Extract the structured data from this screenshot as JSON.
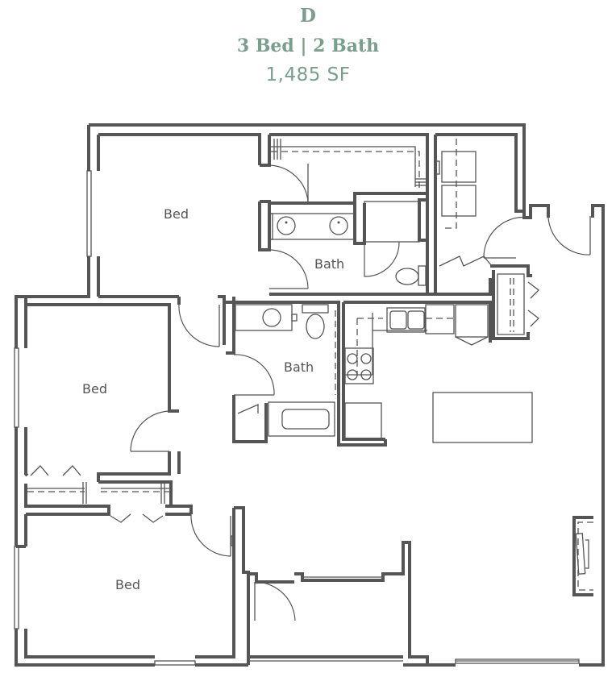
{
  "header": {
    "unit_name": "D",
    "beds_baths": "3 Bed | 2 Bath",
    "square_feet": "1,485 SF"
  },
  "colors": {
    "heading": "#7a9e8e",
    "walls": "#555555",
    "background": "#ffffff"
  },
  "rooms": {
    "bed_1": "Bed",
    "bath_1": "Bath",
    "bed_2": "Bed",
    "bath_2": "Bath",
    "bed_3": "Bed"
  }
}
